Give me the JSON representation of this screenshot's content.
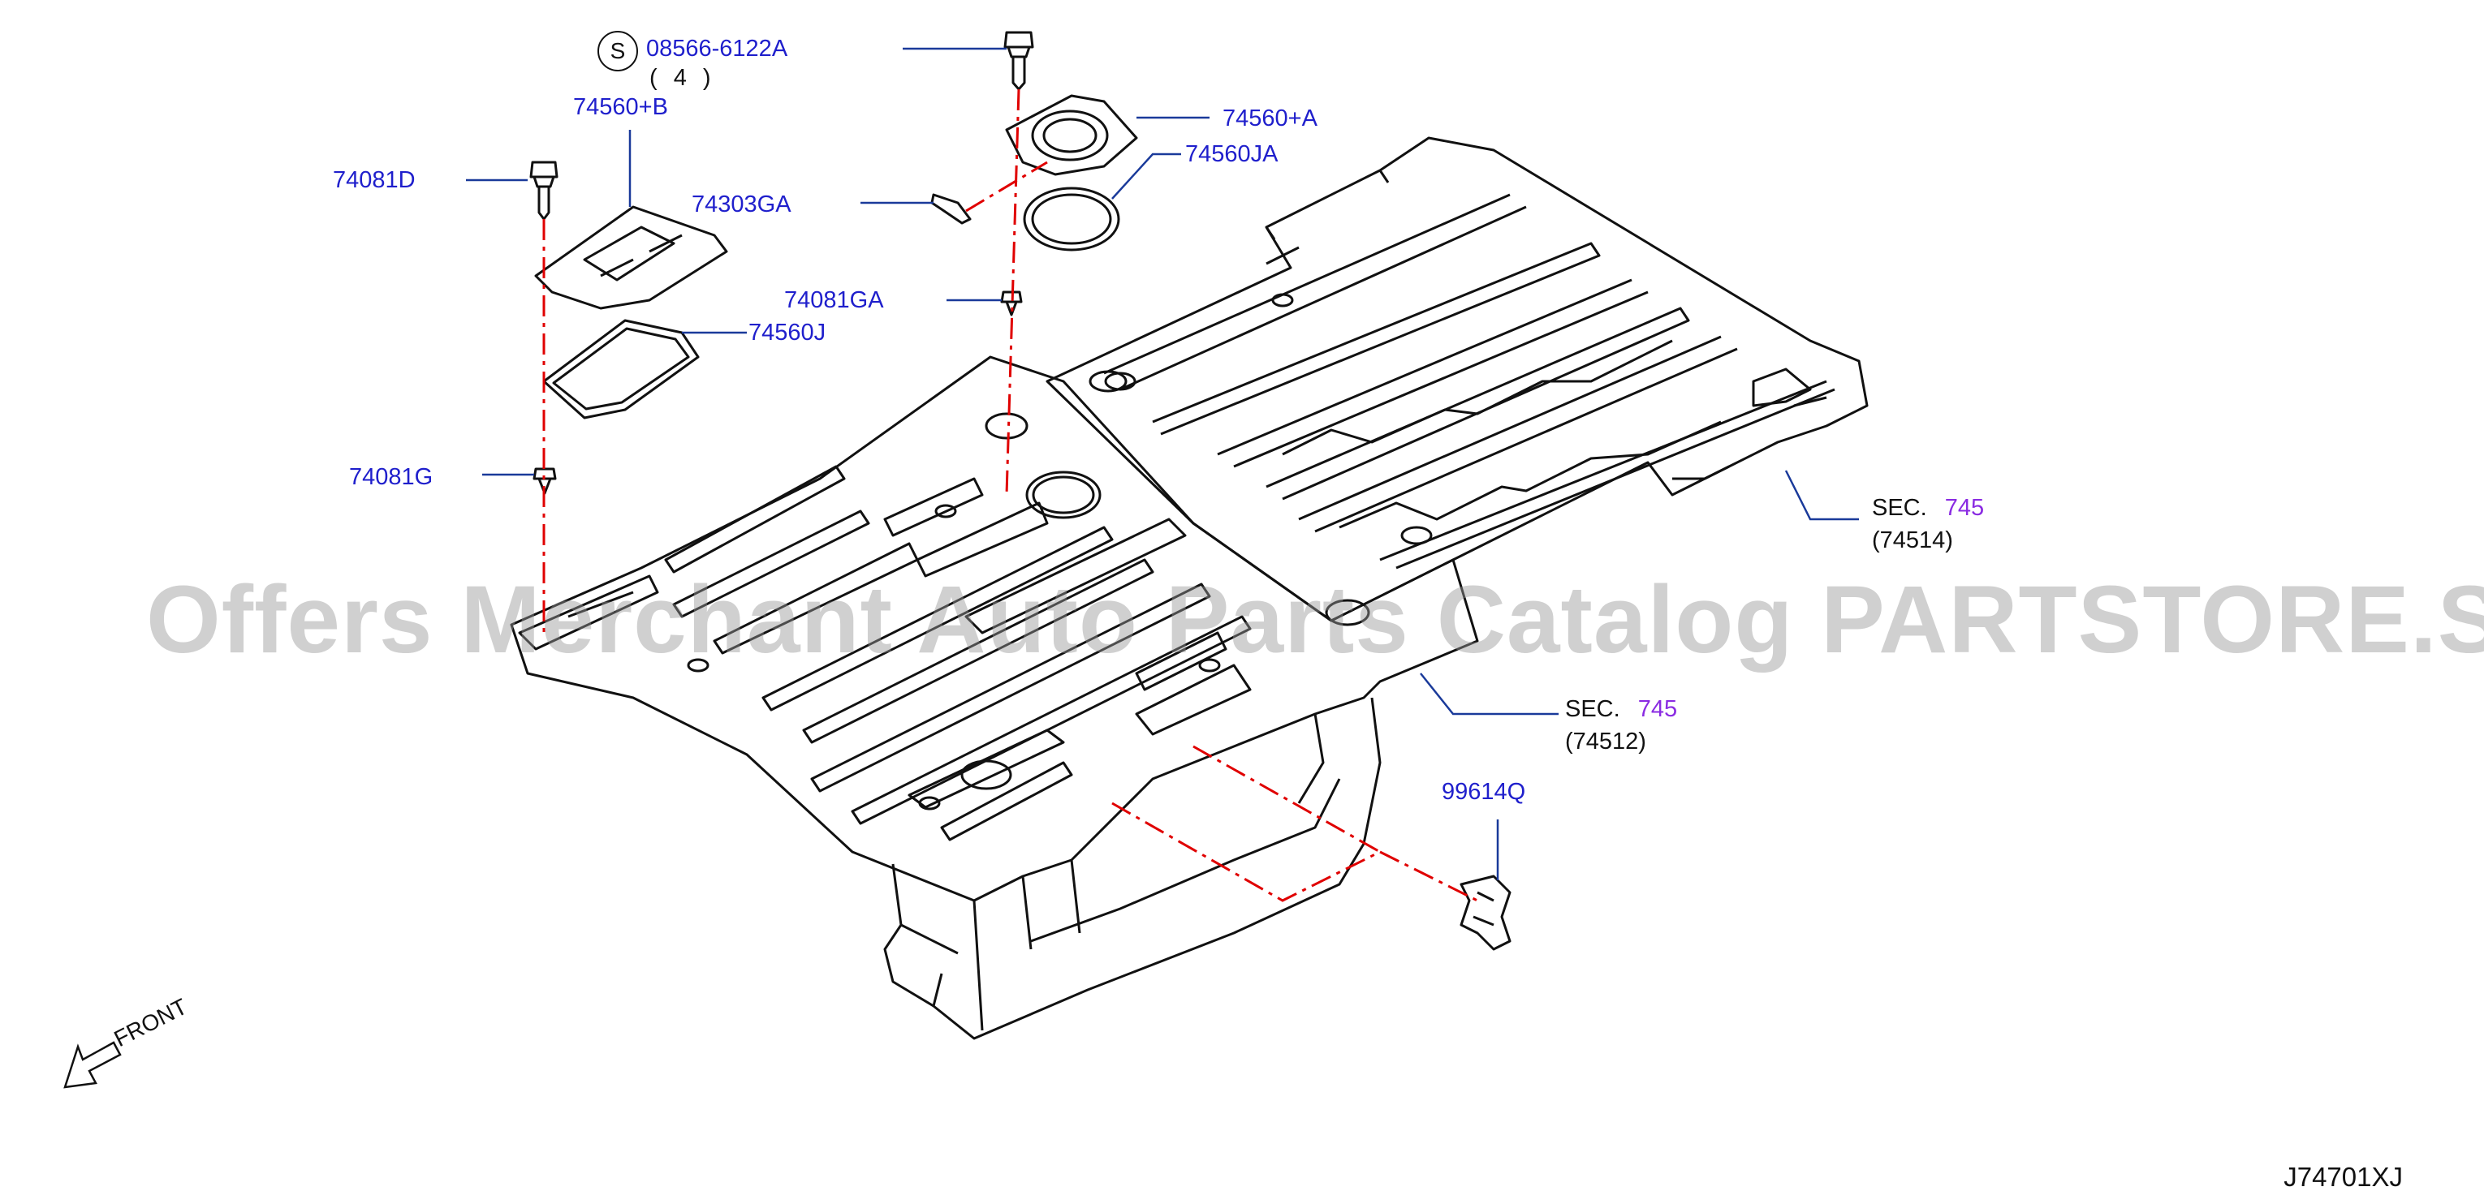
{
  "diagram": {
    "std_part_symbol": "S",
    "std_part_number": "08566-6122A",
    "std_part_qty": "( 4 )",
    "labels": {
      "p74560B": "74560+B",
      "p74081D": "74081D",
      "p74303GA": "74303GA",
      "p74560A": "74560+A",
      "p74560JA": "74560JA",
      "p74081GA": "74081GA",
      "p74560J": "74560J",
      "p74081G": "74081G",
      "p99614Q": "99614Q"
    },
    "sections": [
      {
        "prefix": "SEC.",
        "number": "745",
        "ref": "(74514)"
      },
      {
        "prefix": "SEC.",
        "number": "745",
        "ref": "(74512)"
      }
    ],
    "front_label": "FRONT",
    "diagram_code": "J74701XJ",
    "watermark": "Offers Merchant Auto Parts Catalog PARTSTORE.SA"
  },
  "colors": {
    "label_blue": "#1f1fcc",
    "section_number": "#8a2be2",
    "leader_blue": "#1a3a9a",
    "dash_red": "#e00000",
    "outline": "#111111"
  }
}
